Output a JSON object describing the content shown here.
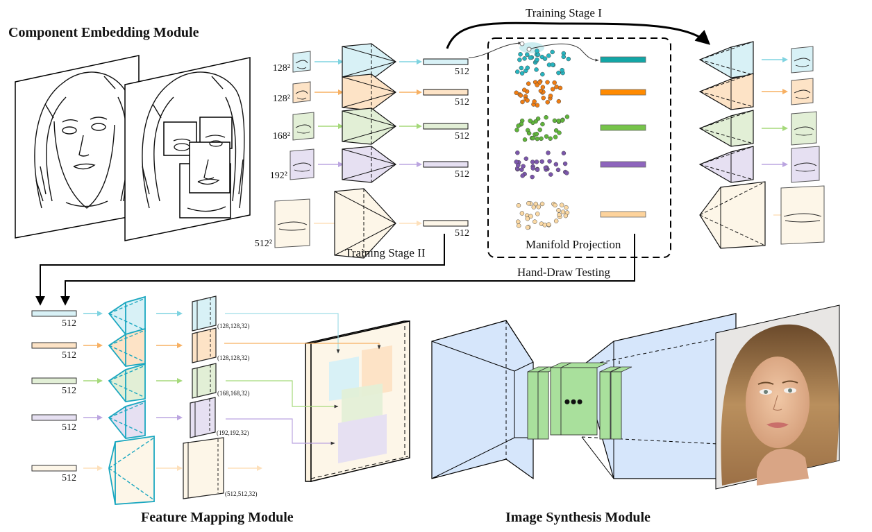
{
  "titles": {
    "component_embedding": "Component Embedding Module",
    "feature_mapping": "Feature Mapping Module",
    "image_synthesis": "Image Synthesis Module"
  },
  "stages": {
    "stage1": "Training Stage I",
    "stage2": "Training  Stage II",
    "manifold": "Manifold Projection",
    "testing": "Hand-Draw Testing"
  },
  "components": [
    {
      "name": "left-eye",
      "input_size": "128²",
      "vector_dim": "512",
      "feature_shape": "(128,128,32)",
      "color": "#d8f1f6",
      "arrow_color": "#7fd3e0",
      "cluster_color": "#26b5c0",
      "proj_color": "#12a6a6"
    },
    {
      "name": "right-eye",
      "input_size": "128²",
      "vector_dim": "512",
      "feature_shape": "(128,128,32)",
      "color": "#fde3c6",
      "arrow_color": "#f7b062",
      "cluster_color": "#f07d12",
      "proj_color": "#ff8a00"
    },
    {
      "name": "nose",
      "input_size": "168²",
      "vector_dim": "512",
      "feature_shape": "(168,168,32)",
      "color": "#e2efd6",
      "arrow_color": "#a5d97a",
      "cluster_color": "#5fb43a",
      "proj_color": "#76c44a"
    },
    {
      "name": "mouth",
      "input_size": "192²",
      "vector_dim": "512",
      "feature_shape": "(192,192,32)",
      "color": "#e6e0f2",
      "arrow_color": "#bba5e0",
      "cluster_color": "#7b56ab",
      "proj_color": "#8e65bd"
    },
    {
      "name": "remainder",
      "input_size": "512²",
      "vector_dim": "512",
      "feature_shape": "(512,512,32)",
      "color": "#fdf6e8",
      "arrow_color": "#fde0bb",
      "cluster_color": "#fbd9a4",
      "proj_color": "#fdd39c"
    }
  ],
  "colors": {
    "decoder_stroke": "#1aa7c0",
    "synthesis_blue": "#d6e6fb",
    "synthesis_green": "#a9e09c"
  },
  "ellipsis": "•••"
}
